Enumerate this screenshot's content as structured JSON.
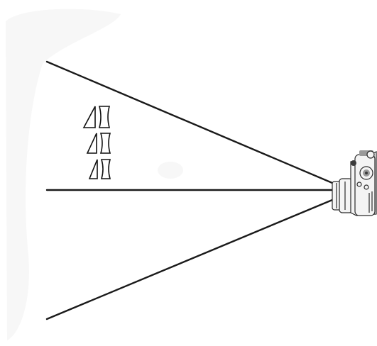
{
  "diagram": {
    "rays": [
      "upper-ray",
      "center-ray",
      "lower-ray"
    ],
    "prisms": [
      {
        "name": "optical-element-1"
      },
      {
        "name": "optical-element-2"
      },
      {
        "name": "optical-element-3"
      }
    ],
    "camera": {
      "icon": "camera-icon"
    }
  }
}
